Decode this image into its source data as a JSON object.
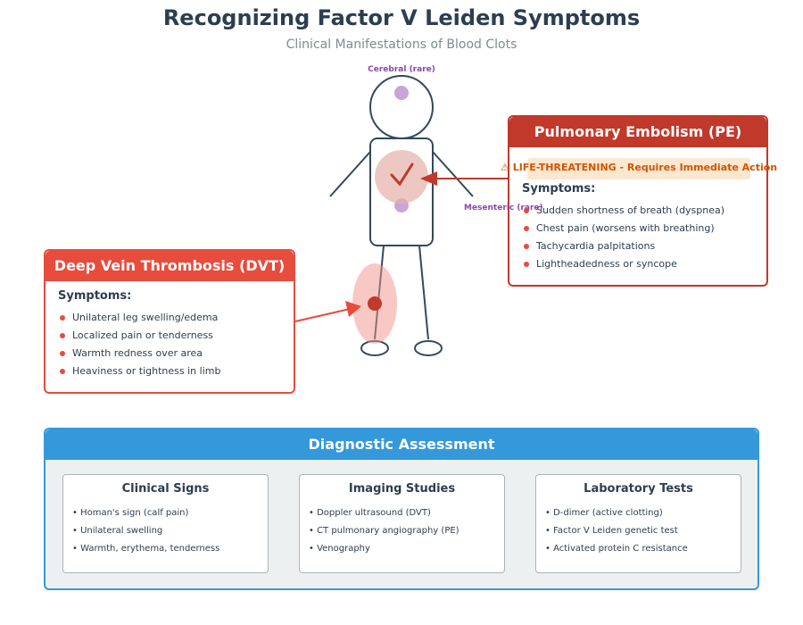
{
  "header": {
    "title": "Recognizing Factor V Leiden Symptoms",
    "subtitle": "Clinical Manifestations of Blood Clots"
  },
  "figure": {
    "cerebral_label": "Cerebral (rare)",
    "mesenteric_label": "Mesenteric (rare)"
  },
  "dvt": {
    "title": "Deep Vein Thrombosis (DVT)",
    "symptoms_title": "Symptoms:",
    "symptoms": [
      "Unilateral leg swelling/edema",
      "Localized pain or tenderness",
      "Warmth redness over area",
      "Heaviness or tightness in limb"
    ]
  },
  "pe": {
    "title": "Pulmonary Embolism (PE)",
    "warning": "⚠ LIFE-THREATENING - Requires Immediate Action",
    "symptoms_title": "Symptoms:",
    "symptoms": [
      "Sudden shortness of breath (dyspnea)",
      "Chest pain (worsens with breathing)",
      "Tachycardia palpitations",
      "Lightheadedness or syncope"
    ]
  },
  "diagnostic": {
    "title": "Diagnostic Assessment",
    "columns": [
      {
        "title": "Clinical Signs",
        "items": [
          "• Homan's sign (calf pain)",
          "• Unilateral swelling",
          "• Warmth, erythema, tenderness"
        ]
      },
      {
        "title": "Imaging Studies",
        "items": [
          "• Doppler ultrasound (DVT)",
          "• CT pulmonary angiography (PE)",
          "• Venography"
        ]
      },
      {
        "title": "Laboratory Tests",
        "items": [
          "• D-dimer (active clotting)",
          "• Factor V Leiden genetic test",
          "• Activated protein C resistance"
        ]
      }
    ]
  },
  "colors": {
    "dvt_red": "#e74c3c",
    "pe_red": "#c0392b",
    "diagnostic_blue": "#3498db",
    "rare_purple": "#8e44ad",
    "warning_orange": "#d35400"
  }
}
